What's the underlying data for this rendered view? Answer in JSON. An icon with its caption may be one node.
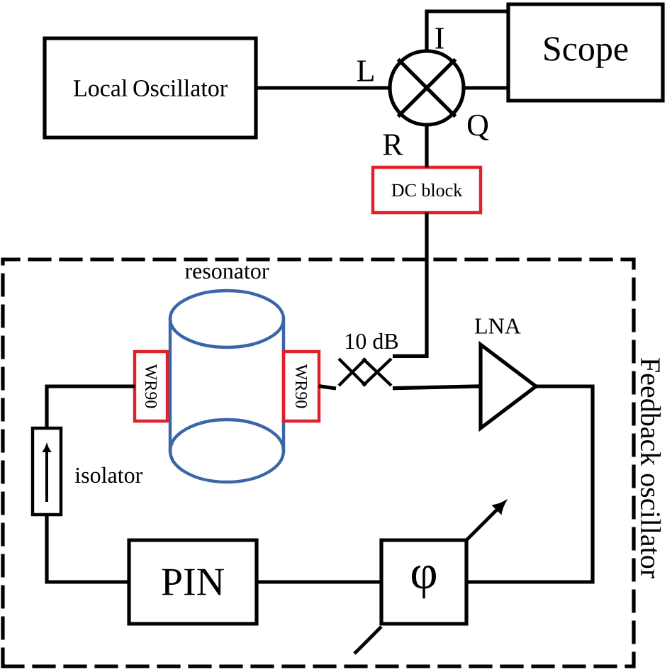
{
  "diagram": {
    "nodes": [
      {
        "text": [
          "Local Oscillator"
        ]
      },
      {
        "text": [],
        "shape": "circle"
      },
      {
        "text": [
          "Scope"
        ]
      },
      {
        "text": [
          "DC block"
        ]
      },
      {
        "text": [
          "Feedback oscillator"
        ]
      },
      {
        "text": [
          "WR90"
        ],
        "in": 4
      },
      {
        "text": [
          "resonator"
        ],
        "in": 4
      },
      {
        "text": [
          "WR90"
        ],
        "in": 4
      },
      {
        "text": [
          "10 dB"
        ],
        "in": 4
      },
      {
        "text": [
          "LNA"
        ],
        "in": 4
      },
      {
        "text": [
          "φ"
        ],
        "in": 4
      },
      {
        "text": [
          "PIN"
        ],
        "in": 4
      },
      {
        "text": [],
        "shape": "box",
        "beside": [
          "isolator"
        ],
        "in": 4
      }
    ],
    "edges": [
      {
        "from": 0,
        "to": 1,
        "arrow": "none"
      },
      {
        "from": 1,
        "to": 2,
        "arrow": "none"
      },
      {
        "from": 1,
        "to": 2,
        "arrow": "none"
      },
      {
        "from": 1,
        "to": 3,
        "arrow": "none"
      },
      {
        "from": 3,
        "to": 8,
        "arrow": "none"
      },
      {
        "from": 7,
        "to": 8,
        "arrow": "none"
      },
      {
        "from": 8,
        "to": 9,
        "arrow": "none"
      },
      {
        "from": 9,
        "to": 10,
        "arrow": "none"
      },
      {
        "from": 10,
        "to": 11,
        "arrow": "none"
      },
      {
        "from": 11,
        "to": 12,
        "arrow": "none"
      },
      {
        "from": 12,
        "to": 5,
        "arrow": "none"
      }
    ],
    "labels": [
      "L",
      "I",
      "Q",
      "R"
    ]
  }
}
